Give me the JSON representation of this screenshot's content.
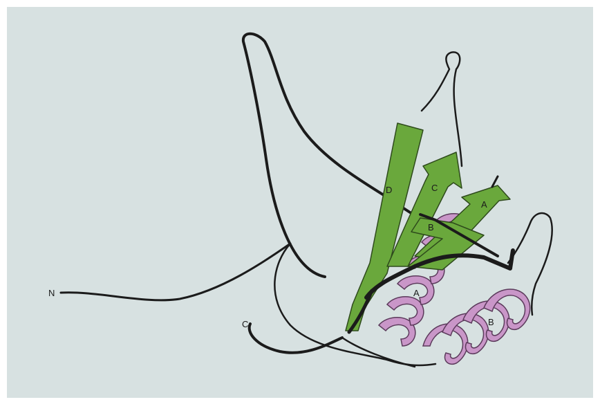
{
  "colors": {
    "background": "#d7e1e1",
    "frame": "#ffffff",
    "coil": "#1b1b1b",
    "strand_fill": "#6aa83c",
    "strand_stroke": "#2e4a1c",
    "helix_fill": "#c996c8",
    "helix_stroke": "#5b3a5b"
  },
  "termini": {
    "n": "N",
    "c": "C"
  },
  "strands": [
    {
      "id": "strand-a",
      "label": "A"
    },
    {
      "id": "strand-b",
      "label": "B"
    },
    {
      "id": "strand-c",
      "label": "C"
    },
    {
      "id": "strand-d",
      "label": "D"
    }
  ],
  "helices": [
    {
      "id": "helix-a",
      "label": "A"
    },
    {
      "id": "helix-b",
      "label": "B"
    }
  ]
}
